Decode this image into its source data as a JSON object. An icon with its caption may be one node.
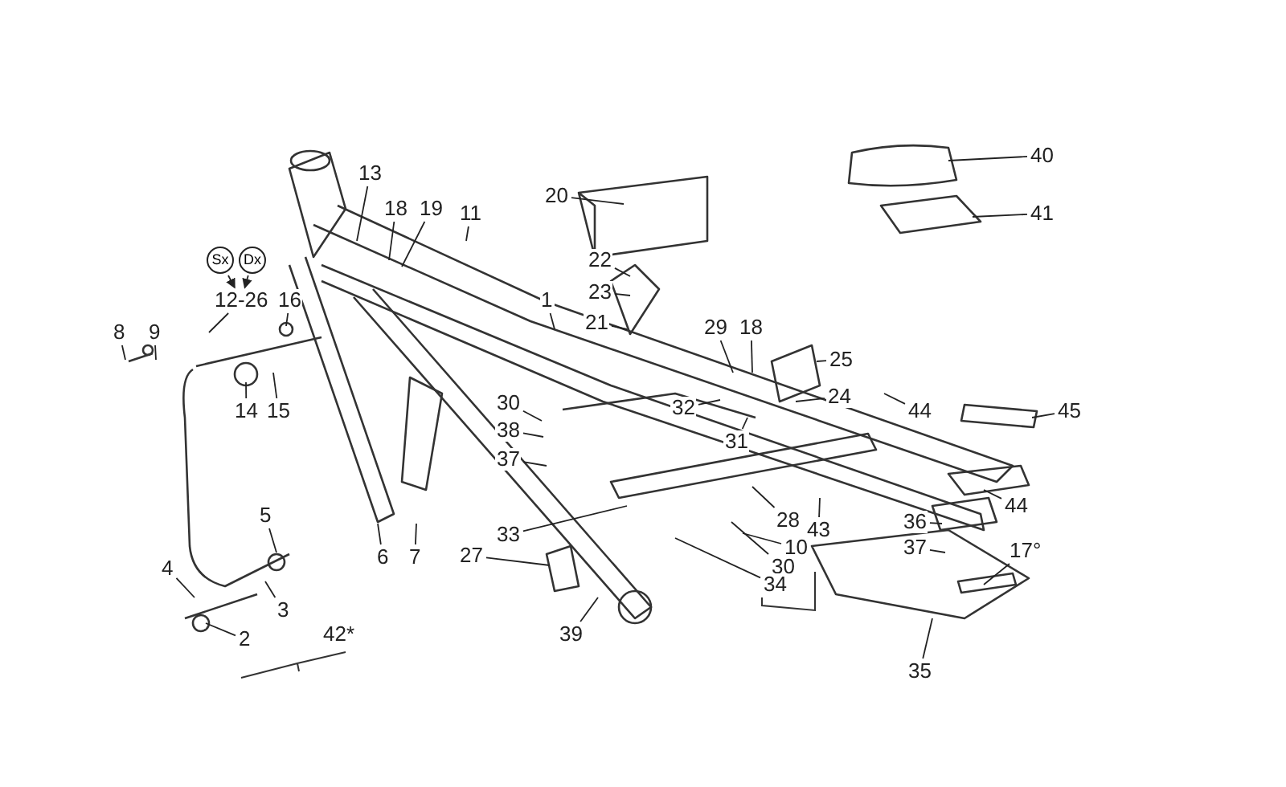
{
  "diagram": {
    "nodes": [
      {
        "text": [
          "13"
        ]
      },
      {
        "text": [
          "18"
        ]
      },
      {
        "text": [
          "19"
        ]
      },
      {
        "text": [
          "11"
        ]
      },
      {
        "text": [
          "20"
        ]
      },
      {
        "text": [
          "40"
        ]
      },
      {
        "text": [
          "41"
        ]
      },
      {
        "text": [
          "Sx"
        ]
      },
      {
        "text": [
          "Dx"
        ]
      },
      {
        "text": [
          "12-26"
        ]
      },
      {
        "text": [
          "16"
        ]
      },
      {
        "text": [
          "1"
        ]
      },
      {
        "text": [
          "22"
        ]
      },
      {
        "text": [
          "23"
        ]
      },
      {
        "text": [
          "21"
        ]
      },
      {
        "text": [
          "8"
        ]
      },
      {
        "text": [
          "9"
        ]
      },
      {
        "text": [
          "14"
        ]
      },
      {
        "text": [
          "15"
        ]
      },
      {
        "text": [
          "29"
        ]
      },
      {
        "text": [
          "18"
        ]
      },
      {
        "text": [
          "25"
        ]
      },
      {
        "text": [
          "24"
        ]
      },
      {
        "text": [
          "30"
        ]
      },
      {
        "text": [
          "38"
        ]
      },
      {
        "text": [
          "37"
        ]
      },
      {
        "text": [
          "32"
        ]
      },
      {
        "text": [
          "31"
        ]
      },
      {
        "text": [
          "44"
        ]
      },
      {
        "text": [
          "45"
        ]
      },
      {
        "text": [
          "44"
        ]
      },
      {
        "text": [
          "5"
        ]
      },
      {
        "text": [
          "6"
        ]
      },
      {
        "text": [
          "7"
        ]
      },
      {
        "text": [
          "33"
        ]
      },
      {
        "text": [
          "27"
        ]
      },
      {
        "text": [
          "28"
        ]
      },
      {
        "text": [
          "43"
        ]
      },
      {
        "text": [
          "10"
        ]
      },
      {
        "text": [
          "30"
        ]
      },
      {
        "text": [
          "34"
        ]
      },
      {
        "text": [
          "36"
        ]
      },
      {
        "text": [
          "37"
        ]
      },
      {
        "text": [
          "17°"
        ]
      },
      {
        "text": [
          "4"
        ]
      },
      {
        "text": [
          "3"
        ]
      },
      {
        "text": [
          "2"
        ]
      },
      {
        "text": [
          "39"
        ]
      },
      {
        "text": [
          "35"
        ]
      }
    ],
    "edges": [
      {
        "from": 7,
        "to": 9,
        "arrow": "to"
      },
      {
        "from": 8,
        "to": 9,
        "arrow": "to"
      },
      {
        "from": 0,
        "to": null,
        "arrow": "none"
      },
      {
        "from": 1,
        "to": null,
        "arrow": "none"
      },
      {
        "from": 2,
        "to": null,
        "arrow": "none"
      },
      {
        "from": 3,
        "to": null,
        "arrow": "none"
      },
      {
        "from": 4,
        "to": null,
        "arrow": "none"
      },
      {
        "from": 5,
        "to": null,
        "arrow": "none"
      },
      {
        "from": 6,
        "to": null,
        "arrow": "none"
      },
      {
        "from": 9,
        "to": null,
        "arrow": "none"
      },
      {
        "from": 10,
        "to": null,
        "arrow": "none"
      },
      {
        "from": 11,
        "to": null,
        "arrow": "none"
      },
      {
        "from": 12,
        "to": null,
        "arrow": "none"
      },
      {
        "from": 13,
        "to": null,
        "arrow": "none"
      },
      {
        "from": 14,
        "to": null,
        "arrow": "none"
      },
      {
        "from": 15,
        "to": null,
        "arrow": "none"
      },
      {
        "from": 16,
        "to": null,
        "arrow": "none"
      },
      {
        "from": 17,
        "to": null,
        "arrow": "none"
      },
      {
        "from": 18,
        "to": null,
        "arrow": "none"
      },
      {
        "from": 19,
        "to": null,
        "arrow": "none"
      },
      {
        "from": 20,
        "to": null,
        "arrow": "none"
      },
      {
        "from": 21,
        "to": null,
        "arrow": "none"
      },
      {
        "from": 22,
        "to": null,
        "arrow": "none"
      },
      {
        "from": 23,
        "to": null,
        "arrow": "none"
      },
      {
        "from": 24,
        "to": null,
        "arrow": "none"
      },
      {
        "from": 25,
        "to": null,
        "arrow": "none"
      },
      {
        "from": 26,
        "to": null,
        "arrow": "none"
      },
      {
        "from": 27,
        "to": null,
        "arrow": "none"
      },
      {
        "from": 28,
        "to": null,
        "arrow": "none"
      },
      {
        "from": 29,
        "to": null,
        "arrow": "none"
      },
      {
        "from": 30,
        "to": null,
        "arrow": "none"
      },
      {
        "from": 31,
        "to": null,
        "arrow": "none"
      },
      {
        "from": 32,
        "to": null,
        "arrow": "none"
      },
      {
        "from": 33,
        "to": null,
        "arrow": "none"
      },
      {
        "from": 34,
        "to": null,
        "arrow": "none"
      },
      {
        "from": 35,
        "to": null,
        "arrow": "none"
      },
      {
        "from": 36,
        "to": null,
        "arrow": "none"
      },
      {
        "from": 37,
        "to": null,
        "arrow": "none"
      },
      {
        "from": 38,
        "to": null,
        "arrow": "none"
      },
      {
        "from": 39,
        "to": null,
        "arrow": "none"
      },
      {
        "from": 40,
        "to": null,
        "arrow": "none"
      },
      {
        "from": 41,
        "to": null,
        "arrow": "none"
      },
      {
        "from": 42,
        "to": null,
        "arrow": "none"
      },
      {
        "from": 43,
        "to": null,
        "arrow": "none"
      },
      {
        "from": 44,
        "to": null,
        "arrow": "none"
      },
      {
        "from": 45,
        "to": null,
        "arrow": "none"
      },
      {
        "from": 46,
        "to": null,
        "arrow": "none"
      },
      {
        "from": 47,
        "to": null,
        "arrow": "none"
      },
      {
        "from": 48,
        "to": null,
        "arrow": "none"
      }
    ],
    "labels": [
      "42*"
    ]
  }
}
